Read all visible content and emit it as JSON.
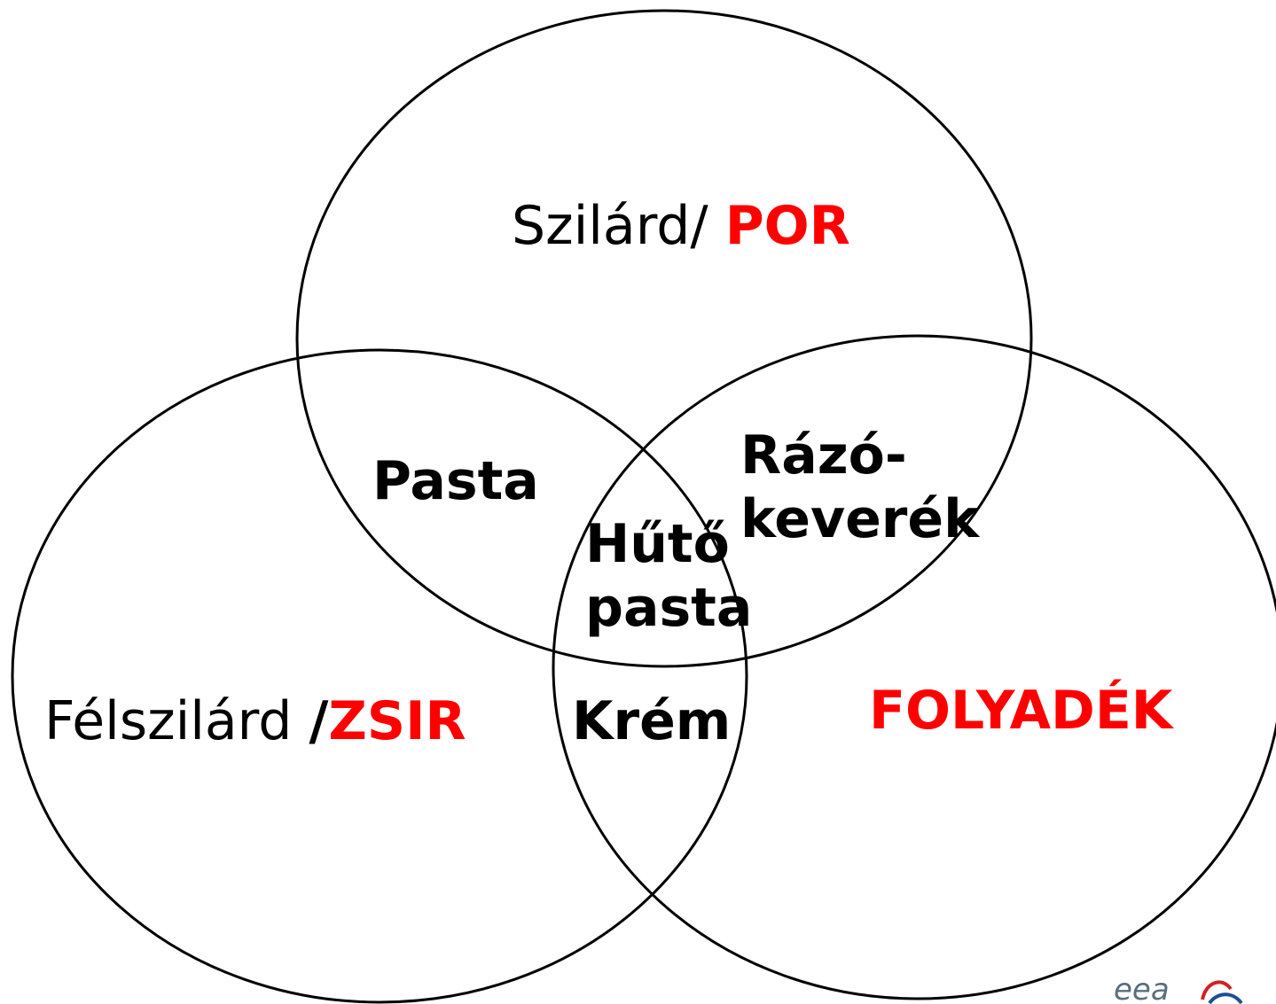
{
  "diagram": {
    "sets": {
      "top": {
        "prefix": "Szilárd/ ",
        "highlight": "POR"
      },
      "left": {
        "prefix": "Félszilárd ",
        "slash": "/",
        "highlight": "ZSIR"
      },
      "right": {
        "highlight": "FOLYADÉK"
      }
    },
    "intersections": {
      "top_left": "Pasta",
      "top_right_line1": "Rázó-",
      "top_right_line2": "keverék",
      "center_line1": "Hűtő",
      "center_line2": "pasta",
      "left_right": "Krém"
    },
    "colors": {
      "accent": "#ff0000",
      "text": "#000000",
      "outline": "#000000"
    }
  },
  "logo": {
    "text": "eea"
  }
}
